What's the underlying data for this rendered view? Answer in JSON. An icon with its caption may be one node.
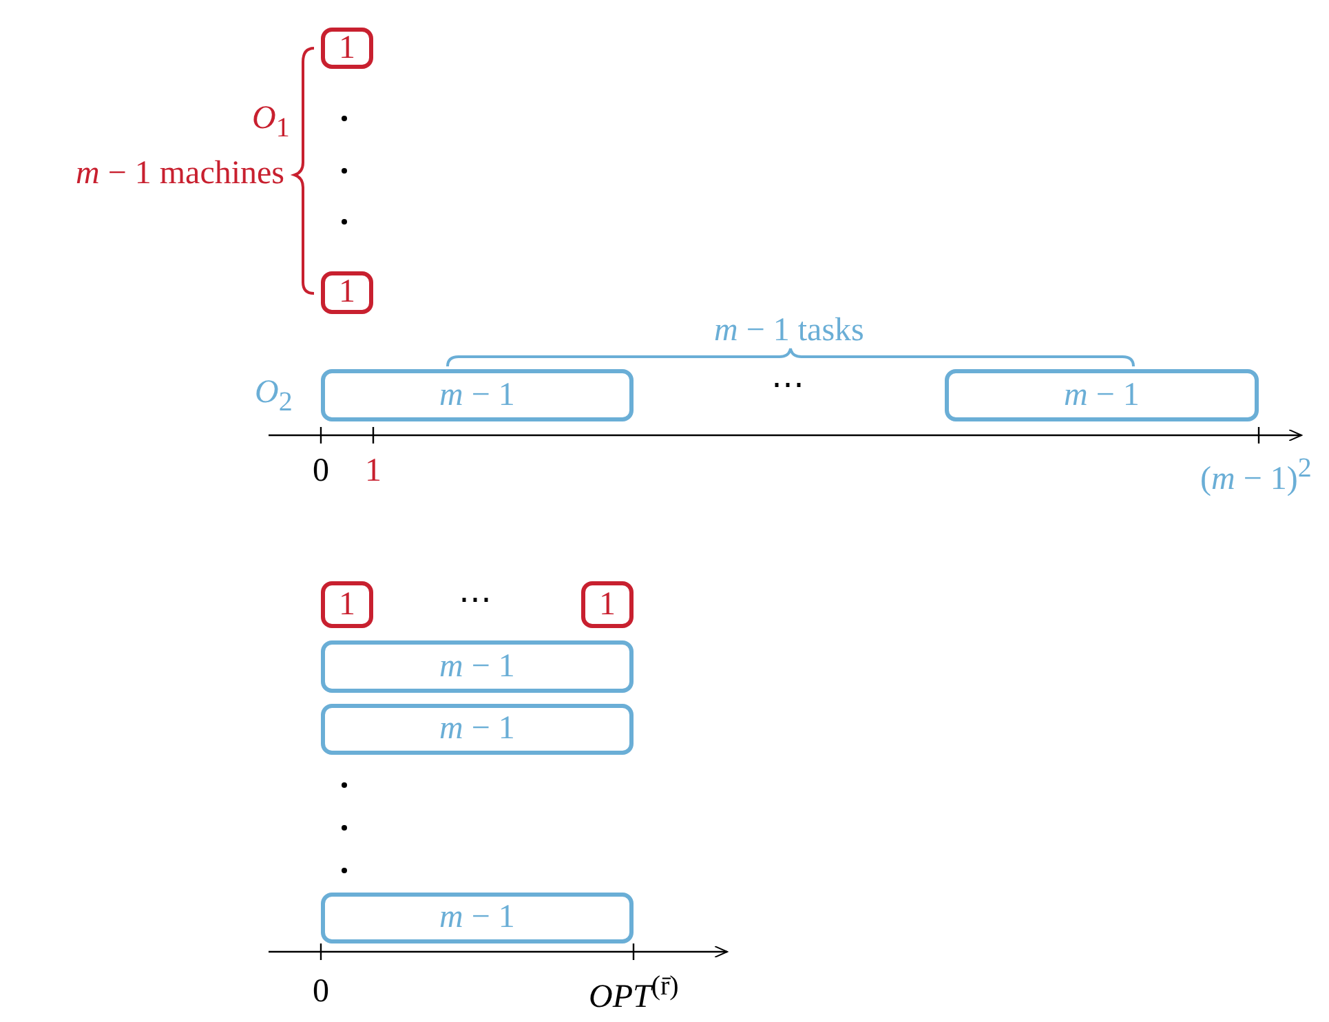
{
  "diagram": {
    "nodes": [
      {
        "text": [
          "1"
        ]
      },
      {
        "text": [
          "1"
        ]
      },
      {
        "text": [
          "*m* − 1"
        ]
      },
      {
        "text": [
          "*m* − 1"
        ]
      },
      {
        "text": [
          "1"
        ]
      },
      {
        "text": [
          "1"
        ]
      },
      {
        "text": [
          "*m* − 1"
        ]
      },
      {
        "text": [
          "*m* − 1"
        ]
      },
      {
        "text": [
          "*m* − 1"
        ]
      }
    ],
    "labels": [
      "*O*$_{1}$",
      "*m* − 1 machines",
      "*m* − 1 tasks",
      "*O*$_{2}$",
      "⋯",
      "0",
      "1",
      "(*m* − 1)$^{2}$",
      "⋯",
      "0",
      "*OPT*$^{(r̄)}$"
    ]
  }
}
